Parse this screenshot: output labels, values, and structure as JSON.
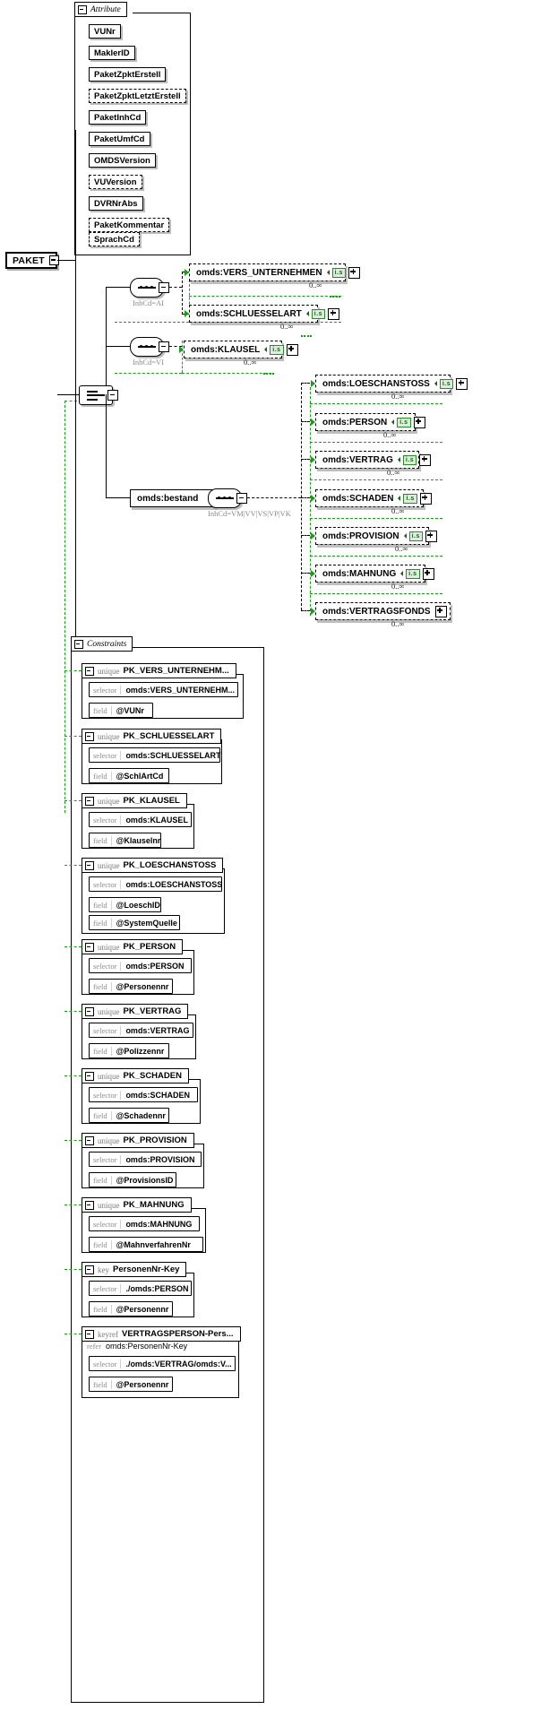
{
  "diagram": {
    "type": "xsd-schema-diagram",
    "root": {
      "name": "PAKET",
      "kind": "element"
    },
    "attribute_group": {
      "title": "Attribute",
      "collapse_icon": "minus-icon",
      "attributes": [
        {
          "name": "VUNr",
          "use": "required"
        },
        {
          "name": "MaklerID",
          "use": "required"
        },
        {
          "name": "PaketZpktErstell",
          "use": "required"
        },
        {
          "name": "PaketZpktLetztErstell",
          "use": "optional"
        },
        {
          "name": "PaketInhCd",
          "use": "required"
        },
        {
          "name": "PaketUmfCd",
          "use": "required"
        },
        {
          "name": "OMDSVersion",
          "use": "required"
        },
        {
          "name": "VUVersion",
          "use": "optional"
        },
        {
          "name": "DVRNrAbs",
          "use": "required"
        },
        {
          "name": "PaketKommentar",
          "use": "optional"
        },
        {
          "name": "SprachCd",
          "use": "optional"
        }
      ]
    },
    "compositors": [
      {
        "id": "seq-ai",
        "kind": "sequence",
        "annotation": "InhCd=AI"
      },
      {
        "id": "seq-vi",
        "kind": "sequence",
        "annotation": "InhCd=VI"
      },
      {
        "id": "choice-root",
        "kind": "choice",
        "annotation": ""
      },
      {
        "id": "seq-bestand",
        "kind": "sequence",
        "annotation": "InhCd=VM|VV|VS|VP|VK"
      }
    ],
    "bestand": {
      "name": "omds:bestand",
      "kind": "element"
    },
    "elements": [
      {
        "name": "omds:VERS_UNTERNEHMEN",
        "badge": "i.s",
        "cardinality": "0..∞",
        "expander": "plus-icon"
      },
      {
        "name": "omds:SCHLUESSELART",
        "badge": "i.s",
        "cardinality": "0..∞",
        "expander": "plus-icon"
      },
      {
        "name": "omds:KLAUSEL",
        "badge": "i.s",
        "cardinality": "0..∞",
        "expander": "plus-icon"
      },
      {
        "name": "omds:LOESCHANSTOSS",
        "badge": "i.s",
        "cardinality": "0..∞",
        "expander": "plus-icon"
      },
      {
        "name": "omds:PERSON",
        "badge": "i.s",
        "cardinality": "0..∞",
        "expander": "plus-icon"
      },
      {
        "name": "omds:VERTRAG",
        "badge": "i.s",
        "cardinality": "0..∞",
        "expander": "plus-icon"
      },
      {
        "name": "omds:SCHADEN",
        "badge": "i.s",
        "cardinality": "0..∞",
        "expander": "plus-icon"
      },
      {
        "name": "omds:PROVISION",
        "badge": "i.s",
        "cardinality": "0..∞",
        "expander": "plus-icon"
      },
      {
        "name": "omds:MAHNUNG",
        "badge": "i.s",
        "cardinality": "0..∞",
        "expander": "plus-icon"
      },
      {
        "name": "omds:VERTRAGSFONDS",
        "badge": "",
        "cardinality": "0..∞",
        "expander": "plus-icon"
      }
    ],
    "constraints_group": {
      "title": "Constraints",
      "collapse_icon": "minus-icon",
      "items": [
        {
          "kind": "unique",
          "name": "PK_VERS_UNTERNEHM...",
          "selector_label": "selector",
          "selector": "omds:VERS_UNTERNEHM...",
          "fields": [
            {
              "label": "field",
              "value": "@VUNr"
            }
          ]
        },
        {
          "kind": "unique",
          "name": "PK_SCHLUESSELART",
          "selector_label": "selector",
          "selector": "omds:SCHLUESSELART",
          "fields": [
            {
              "label": "field",
              "value": "@SchlArtCd"
            }
          ]
        },
        {
          "kind": "unique",
          "name": "PK_KLAUSEL",
          "selector_label": "selector",
          "selector": "omds:KLAUSEL",
          "fields": [
            {
              "label": "field",
              "value": "@Klauselnr"
            }
          ]
        },
        {
          "kind": "unique",
          "name": "PK_LOESCHANSTOSS",
          "selector_label": "selector",
          "selector": "omds:LOESCHANSTOSS",
          "fields": [
            {
              "label": "field",
              "value": "@LoeschID"
            },
            {
              "label": "field",
              "value": "@SystemQuelle"
            }
          ]
        },
        {
          "kind": "unique",
          "name": "PK_PERSON",
          "selector_label": "selector",
          "selector": "omds:PERSON",
          "fields": [
            {
              "label": "field",
              "value": "@Personennr"
            }
          ]
        },
        {
          "kind": "unique",
          "name": "PK_VERTRAG",
          "selector_label": "selector",
          "selector": "omds:VERTRAG",
          "fields": [
            {
              "label": "field",
              "value": "@Polizzennr"
            }
          ]
        },
        {
          "kind": "unique",
          "name": "PK_SCHADEN",
          "selector_label": "selector",
          "selector": "omds:SCHADEN",
          "fields": [
            {
              "label": "field",
              "value": "@Schadennr"
            }
          ]
        },
        {
          "kind": "unique",
          "name": "PK_PROVISION",
          "selector_label": "selector",
          "selector": "omds:PROVISION",
          "fields": [
            {
              "label": "field",
              "value": "@ProvisionsID"
            }
          ]
        },
        {
          "kind": "unique",
          "name": "PK_MAHNUNG",
          "selector_label": "selector",
          "selector": "omds:MAHNUNG",
          "fields": [
            {
              "label": "field",
              "value": "@MahnverfahrenNr"
            }
          ]
        },
        {
          "kind": "key",
          "name": "PersonenNr-Key",
          "selector_label": "selector",
          "selector": "./omds:PERSON",
          "fields": [
            {
              "label": "field",
              "value": "@Personennr"
            }
          ]
        },
        {
          "kind": "keyref",
          "name": "VERTRAGSPERSON-Pers...",
          "refer_label": "refer",
          "refer": "omds:PersonenNr-Key",
          "selector_label": "selector",
          "selector": "./omds:VERTRAG/omds:V...",
          "fields": [
            {
              "label": "field",
              "value": "@Personennr"
            }
          ]
        }
      ]
    },
    "colors": {
      "accent_green": "#16a016",
      "badge_bg": "#d8f0d8",
      "badge_fg": "#1d5c1d",
      "line": "#000000",
      "muted": "#8a8a8a"
    }
  }
}
